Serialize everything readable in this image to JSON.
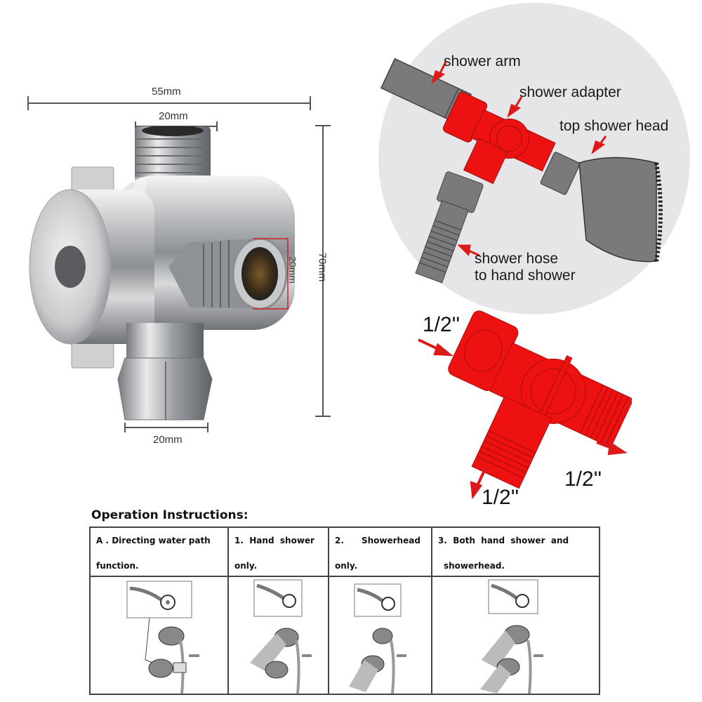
{
  "product_photo": {
    "description": "Chrome 3-way shower diverter valve",
    "dimensions": {
      "overall_width": "55mm",
      "top_outlet_width": "20mm",
      "side_outlet_height": "20mm",
      "overall_height": "70mm",
      "bottom_inlet_width": "20mm"
    }
  },
  "installation_diagram": {
    "callouts": {
      "shower_arm": "shower arm",
      "shower_adapter": "shower adapter",
      "top_shower_head": "top shower head",
      "shower_hose_line1": "shower hose",
      "shower_hose_line2": "to hand shower"
    },
    "colors": {
      "background_circle": "#e6e6e8",
      "adapter_red": "#ee1111",
      "part_gray": "#7a7a7c",
      "arrow_red": "#dd1a1a"
    }
  },
  "port_diagram": {
    "inlet_label": "1/2''",
    "outlet_bottom_label": "1/2''",
    "outlet_right_label": "1/2''"
  },
  "instructions": {
    "title": "Operation Instructions:",
    "columns": [
      {
        "line1": "A . Directing water path",
        "line2": "function.",
        "figure": "diverter-closeup-with-arrow"
      },
      {
        "line1": "1.  Hand  shower",
        "line2": "only.",
        "figure": "hand-shower-spraying"
      },
      {
        "line1": "2.      Showerhead",
        "line2": "only.",
        "figure": "showerhead-spraying"
      },
      {
        "line1": "3.  Both  hand  shower  and",
        "line2": "showerhead.",
        "figure": "both-spraying"
      }
    ]
  }
}
